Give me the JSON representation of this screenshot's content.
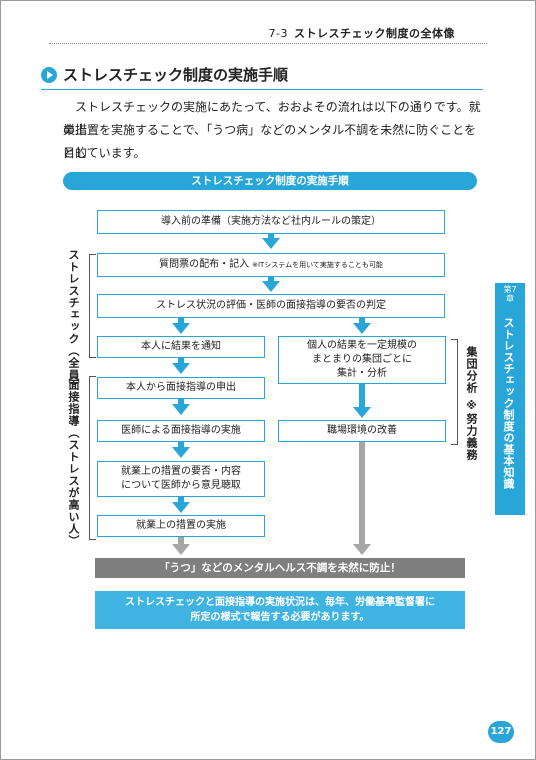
{
  "header": {
    "section_number": "7-3",
    "section_title": "ストレスチェック制度の全体像"
  },
  "section": {
    "title": "ストレスチェック制度の実施手順"
  },
  "intro": {
    "line1": "ストレスチェックの実施にあたって、おおよその流れは以下の通りです。就業上",
    "line2": "の措置を実施することで、「うつ病」などのメンタル不調を未然に防ぐことを目的",
    "line3": "としています。"
  },
  "diagram": {
    "title": "ストレスチェック制度の実施手順",
    "steps": {
      "prep": "導入前の準備（実施方法など社内ルールの策定）",
      "distribute": "質問票の配布・記入",
      "distribute_note": "※ITシステムを用いて実施することも可能",
      "evaluate": "ストレス状況の評価・医師の面接指導の要否の判定",
      "notify": "本人に結果を通知",
      "request": "本人から面接指導の申出",
      "interview": "医師による面接指導の実施",
      "opinion_line1": "就業上の措置の要否・内容",
      "opinion_line2": "について医師から意見聴取",
      "measures": "就業上の措置の実施",
      "group_line1": "個人の結果を一定規模の",
      "group_line2": "まとまりの集団ごとに",
      "group_line3": "集計・分析",
      "improve": "職場環境の改善"
    },
    "labels": {
      "stress_check": "ストレスチェック（全員）",
      "interview_guidance": "面接指導（ストレスが高い人）",
      "group_analysis": "集団分析 ※努力義務"
    },
    "result": "「うつ」などのメンタルヘルス不調を未然に防止！",
    "note_line1": "ストレスチェックと面接指導の実施状況は、毎年、労働基準監督署に",
    "note_line2": "所定の様式で報告する必要があります。"
  },
  "chapter_tab": {
    "label_line1": "第7",
    "label_line2": "章",
    "title": "ストレスチェック制度の基本知識"
  },
  "page_number": "127",
  "colors": {
    "accent": "#29a6d8",
    "gray": "#7f7f7f"
  }
}
